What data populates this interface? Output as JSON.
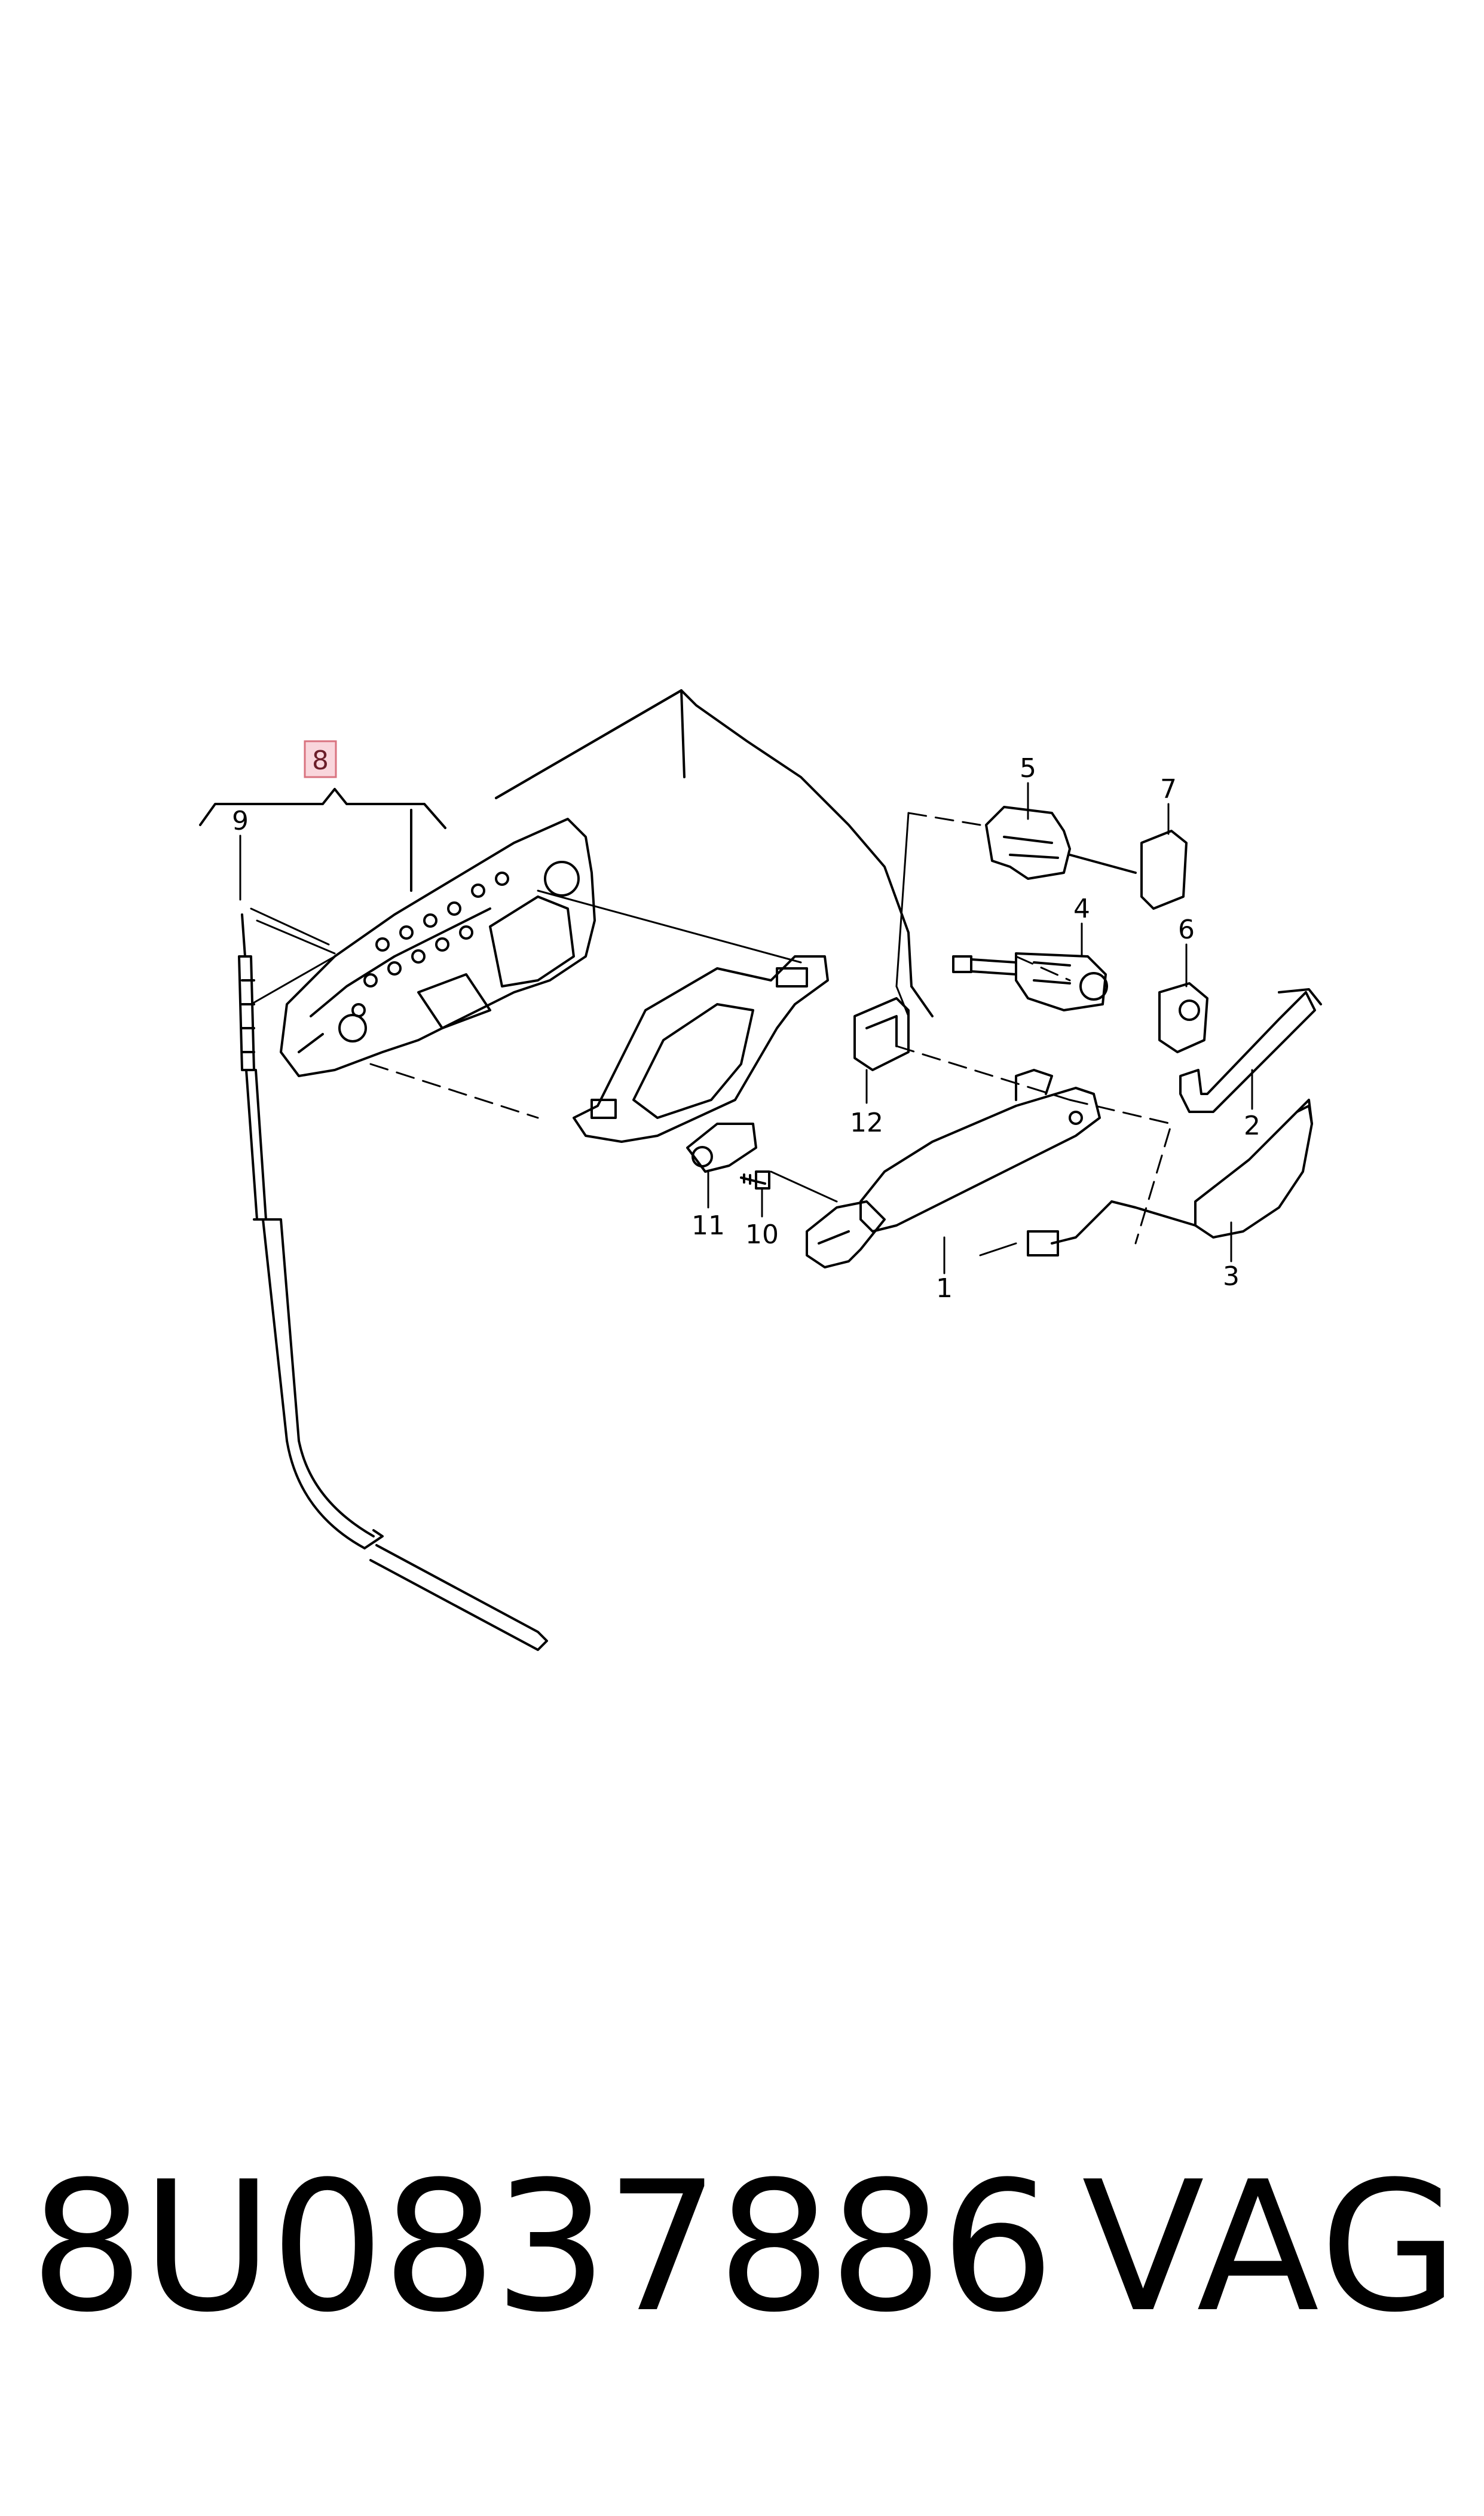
{
  "diagram": {
    "labels": {
      "item1": "1",
      "item2": "2",
      "item3": "3",
      "item4": "4",
      "item5": "5",
      "item6": "6",
      "item7": "7",
      "item8": "8",
      "item9": "9",
      "item10": "10",
      "item11": "11",
      "item12": "12"
    },
    "highlight_color": "#f9d6dc",
    "highlight_border": "#d9737f"
  },
  "footer": {
    "part_number": "8U0837886",
    "brand": "VAG"
  }
}
